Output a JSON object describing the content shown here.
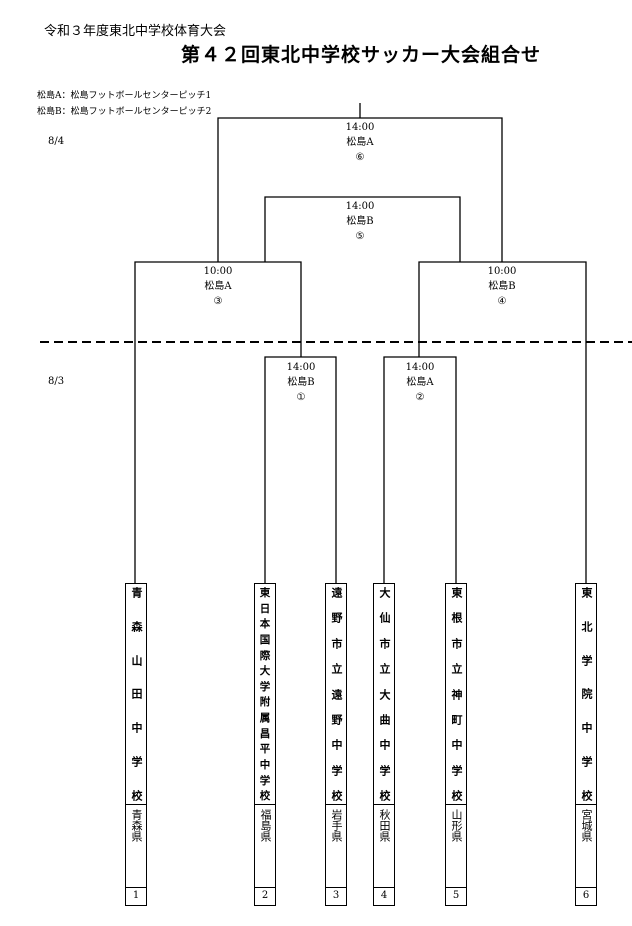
{
  "header": {
    "event_line": "令和３年度東北中学校体育大会",
    "title": "第４２回東北中学校サッカー大会組合せ"
  },
  "venues": [
    "松島A：松島フットボールセンターピッチ1",
    "松島B：松島フットボールセンターピッチ2"
  ],
  "dates": {
    "day2": "8/4",
    "day1": "8/3"
  },
  "matches": {
    "m6": {
      "time": "14:00",
      "venue": "松島A",
      "no": "⑥"
    },
    "m5": {
      "time": "14:00",
      "venue": "松島B",
      "no": "⑤"
    },
    "m3": {
      "time": "10:00",
      "venue": "松島A",
      "no": "③"
    },
    "m4": {
      "time": "10:00",
      "venue": "松島B",
      "no": "④"
    },
    "m1": {
      "time": "14:00",
      "venue": "松島B",
      "no": "①"
    },
    "m2": {
      "time": "14:00",
      "venue": "松島A",
      "no": "②"
    }
  },
  "teams": [
    {
      "name": "青森山田中学校",
      "pref": "青森県",
      "seed": "1"
    },
    {
      "name": "東日本国際大学附属昌平中学校",
      "pref": "福島県",
      "seed": "2"
    },
    {
      "name": "遠野市立遠野中学校",
      "pref": "岩手県",
      "seed": "3"
    },
    {
      "name": "大仙市立大曲中学校",
      "pref": "秋田県",
      "seed": "4"
    },
    {
      "name": "東根市立神町中学校",
      "pref": "山形県",
      "seed": "5"
    },
    {
      "name": "東北学院中学校",
      "pref": "宮城県",
      "seed": "6"
    }
  ]
}
